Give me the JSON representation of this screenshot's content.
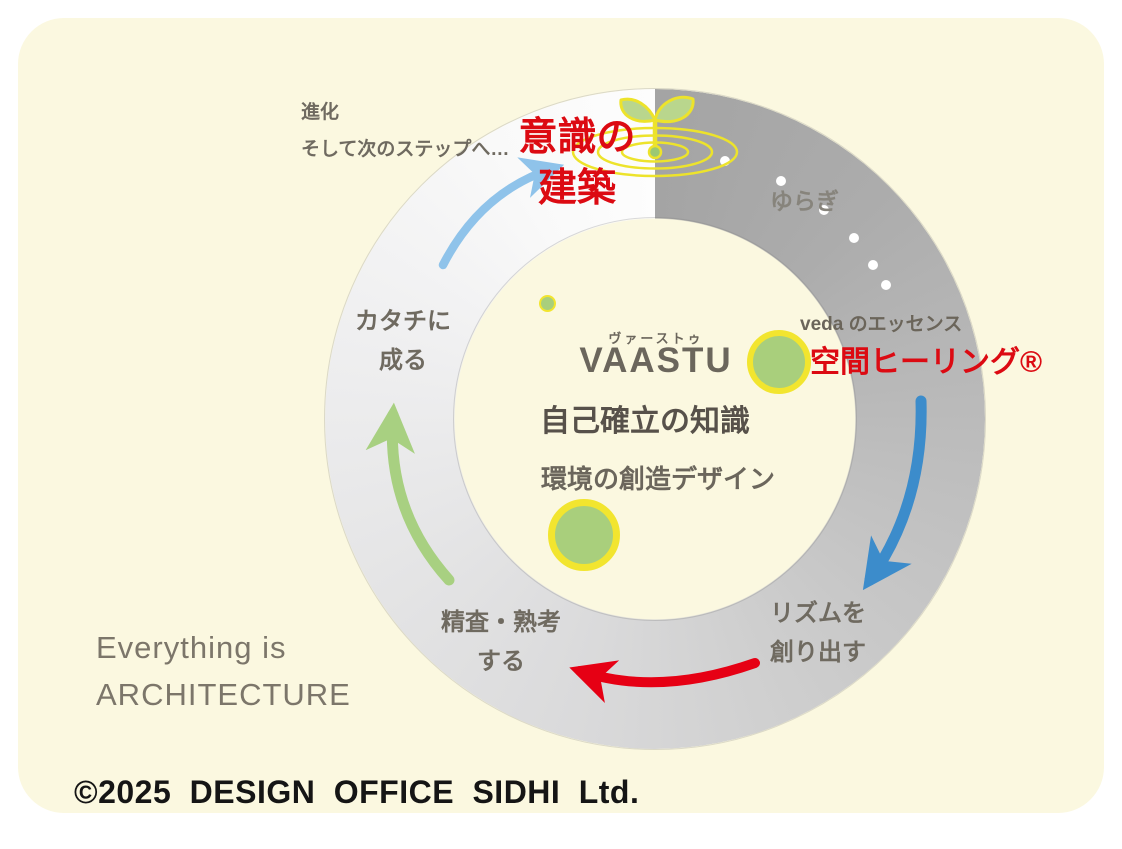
{
  "outer_cycle": {
    "evolution_line1": "進化",
    "evolution_line2": "そして次のステップへ…",
    "consciousness_line1": "意識の",
    "consciousness_line2": "建築",
    "fluctuation": "ゆらぎ",
    "veda_essence": "veda のエッセンス",
    "space_healing": "空間ヒーリング®",
    "rhythm_line1": "リズムを",
    "rhythm_line2": "創り出す",
    "scrutinize_line1": "精査・熟考",
    "scrutinize_line2": "する",
    "take_form_line1": "カタチに",
    "take_form_line2": "成る"
  },
  "center": {
    "furigana": "ヴァーストゥ",
    "name": "VAASTU",
    "knowledge": "自己確立の知識",
    "environment_design": "環境の創造デザイン"
  },
  "footer": {
    "slogan_line1": "Everything is",
    "slogan_line2": "ARCHITECTURE",
    "copyright": "©2025 DESIGN OFFICE SIDHI Ltd."
  },
  "icons": {
    "sprout": "sprout-with-ripples-icon",
    "fluctuation_dots": "white-dots-arc"
  },
  "colors": {
    "card_bg": "#fbf8e0",
    "accent_red": "#dc0a12",
    "arrow_red": "#e60014",
    "arrow_blue": "#3c8ccb",
    "arrow_light_blue": "#8fc3ea",
    "arrow_green": "#a8d081",
    "circle_green": "#a9cf7c",
    "circle_yellow": "#f2e52f",
    "ring_dark_gray": "#a4a4a4",
    "ring_light_gray": "#fdfdfd",
    "text_gray": "#6f6a60",
    "text_dark": "#57514a"
  }
}
